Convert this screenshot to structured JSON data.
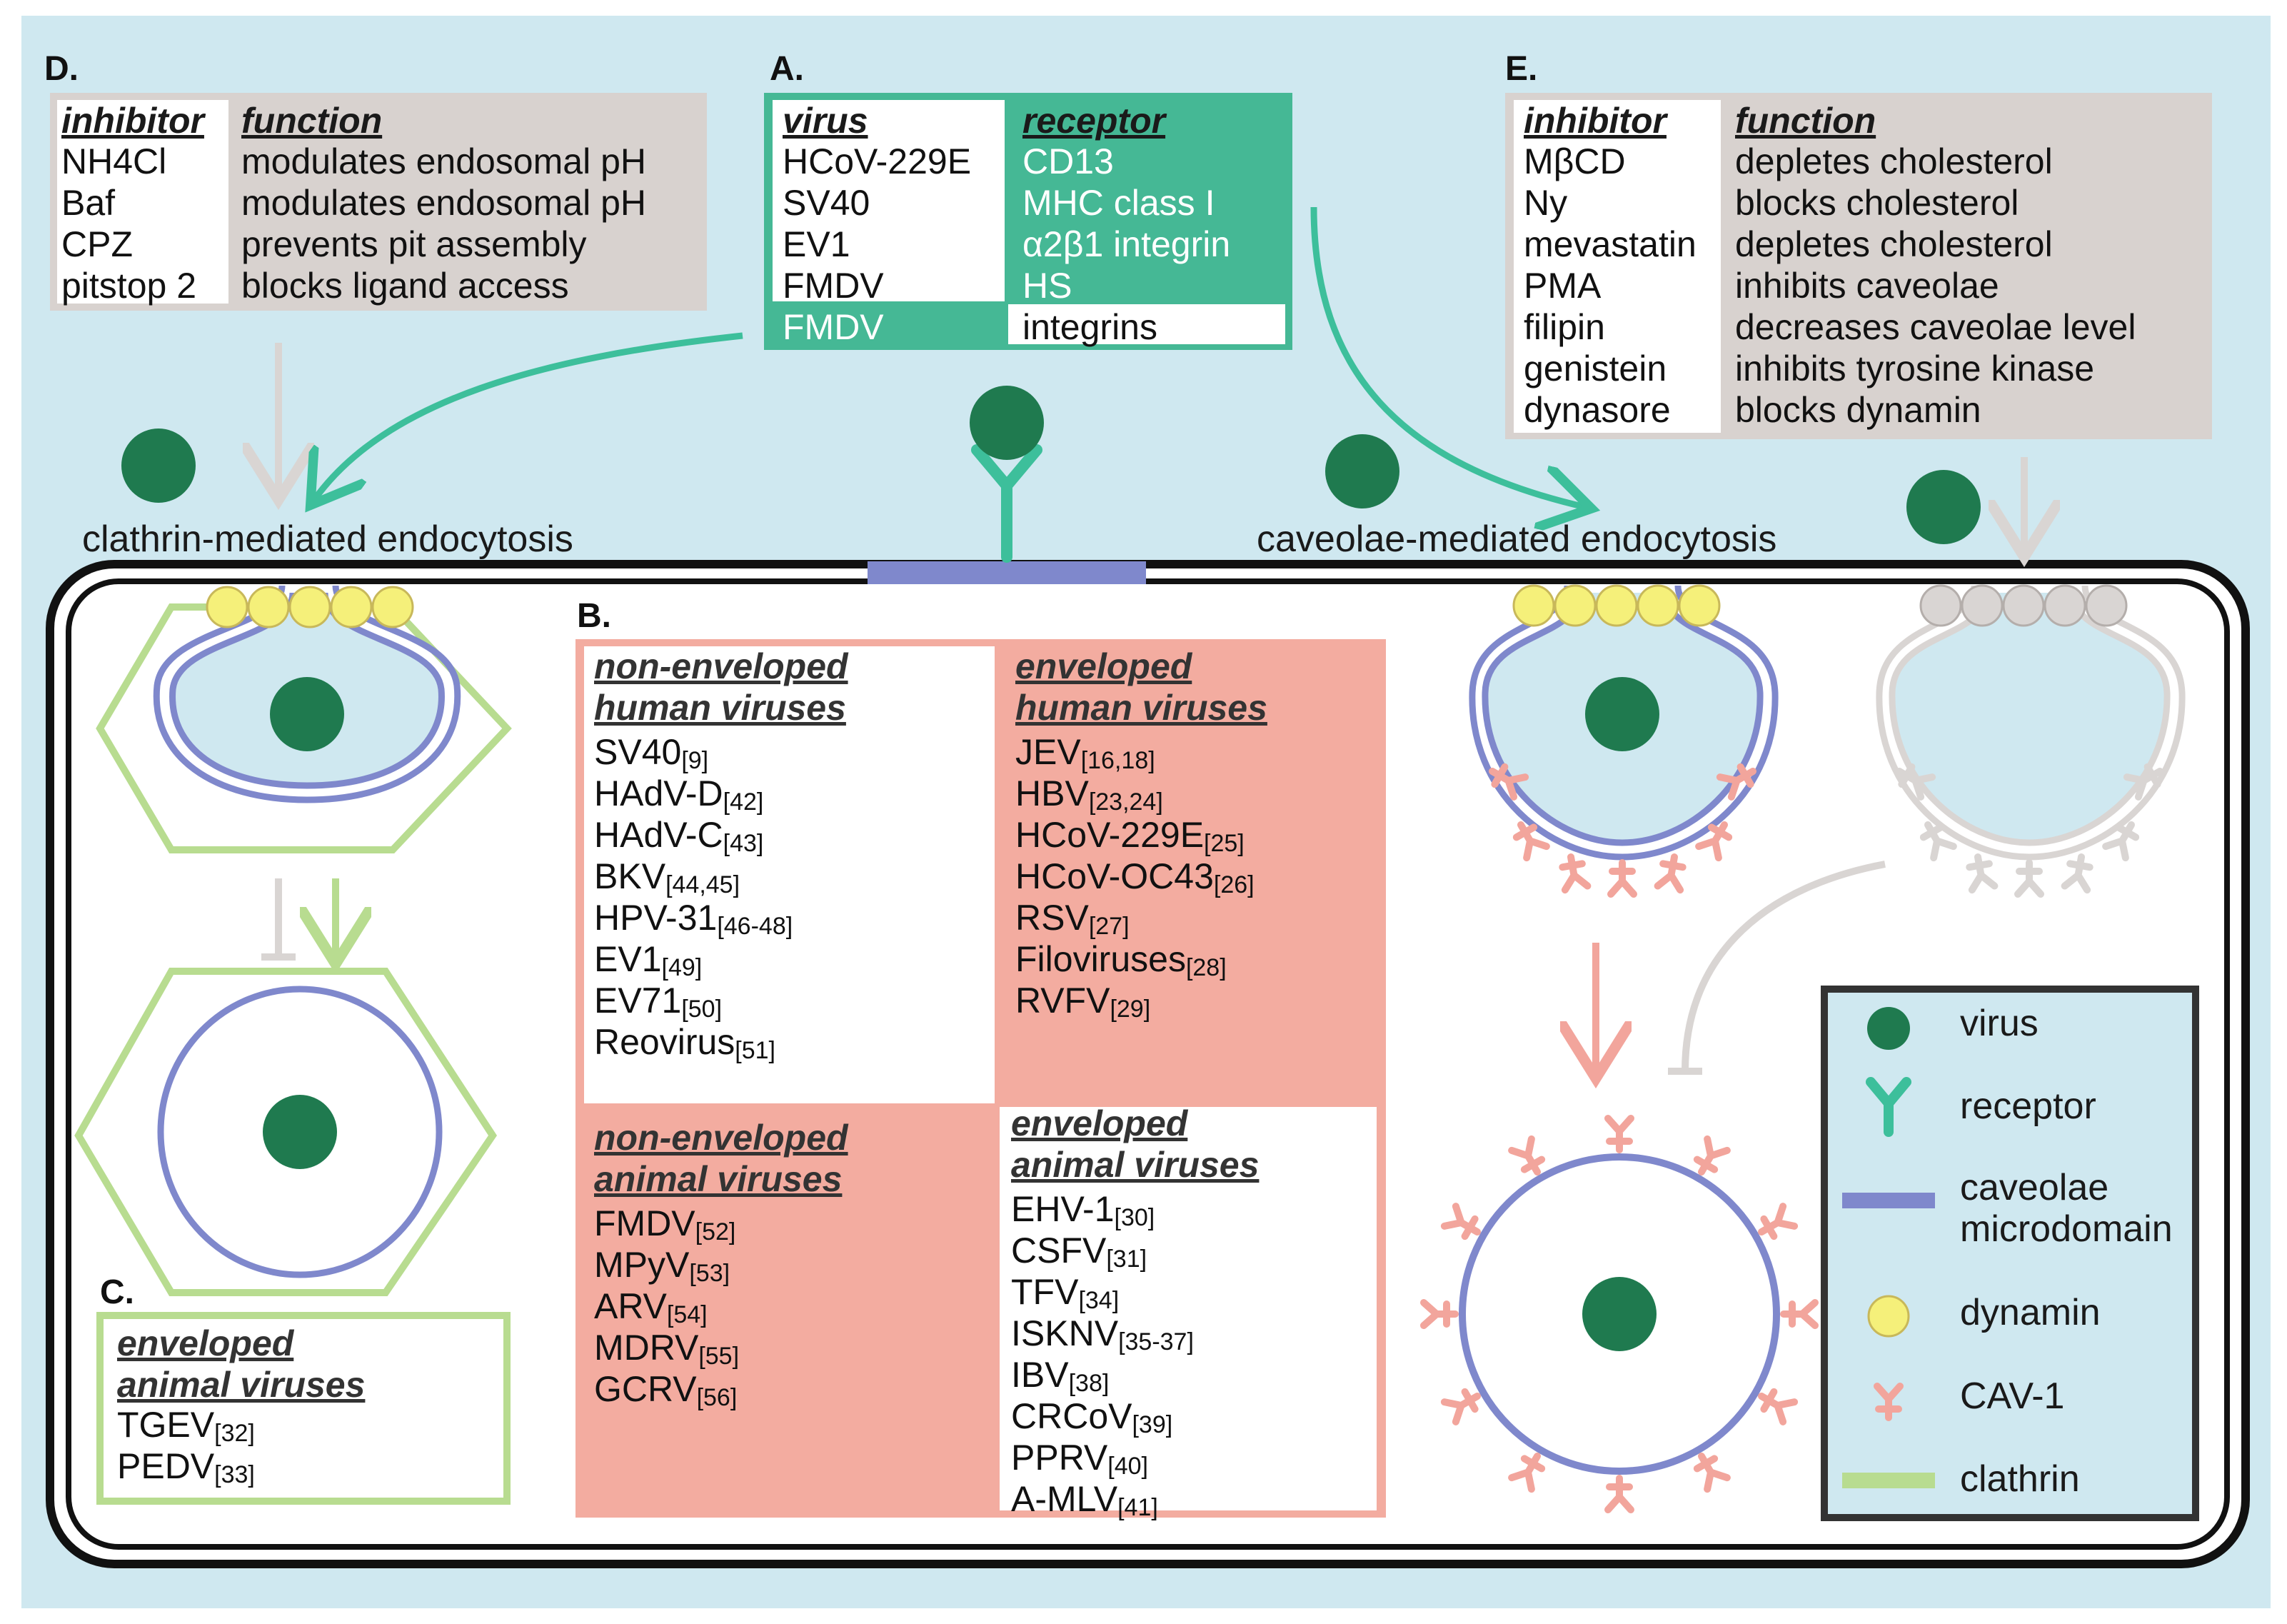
{
  "section_labels": {
    "a": "A.",
    "b": "B.",
    "c": "C.",
    "d": "D.",
    "e": "E."
  },
  "panel_a": {
    "headers": [
      "virus",
      "receptor"
    ],
    "rows": [
      [
        "HCoV-229E",
        "CD13"
      ],
      [
        "SV40",
        "MHC class I"
      ],
      [
        "EV1",
        "α2β1 integrin"
      ],
      [
        "FMDV",
        "HS"
      ],
      [
        "FMDV",
        "integrins"
      ]
    ]
  },
  "panel_d": {
    "headers": [
      "inhibitor",
      "function"
    ],
    "rows": [
      [
        "NH4Cl",
        "modulates endosomal pH"
      ],
      [
        "Baf",
        "modulates endosomal pH"
      ],
      [
        "CPZ",
        "prevents pit assembly"
      ],
      [
        "pitstop 2",
        "blocks ligand access"
      ]
    ]
  },
  "panel_e": {
    "headers": [
      "inhibitor",
      "function"
    ],
    "rows": [
      [
        "MβCD",
        "depletes  cholesterol"
      ],
      [
        "Ny",
        "blocks cholesterol"
      ],
      [
        "mevastatin",
        "depletes  cholesterol"
      ],
      [
        "PMA",
        "inhibits caveolae"
      ],
      [
        "filipin",
        "decreases caveolae level"
      ],
      [
        "genistein",
        "inhibits tyrosine kinase"
      ],
      [
        "dynasore",
        "blocks dynamin"
      ]
    ]
  },
  "pathway_labels": {
    "clathrin": "clathrin-mediated endocytosis",
    "caveolae": "caveolae-mediated endocytosis"
  },
  "panel_b": {
    "quadrants": [
      {
        "title": [
          "non-enveloped",
          "human viruses"
        ],
        "items": [
          [
            "SV40",
            "[9]"
          ],
          [
            "HAdV-D",
            "[42]"
          ],
          [
            "HAdV-C",
            "[43]"
          ],
          [
            "BKV",
            "[44,45]"
          ],
          [
            "HPV-31",
            "[46-48]"
          ],
          [
            "EV1",
            "[49]"
          ],
          [
            "EV71",
            "[50]"
          ],
          [
            "Reovirus",
            "[51]"
          ]
        ]
      },
      {
        "title": [
          "enveloped",
          "human viruses"
        ],
        "items": [
          [
            "JEV",
            "[16,18]"
          ],
          [
            "HBV",
            "[23,24]"
          ],
          [
            "HCoV-229E",
            "[25]"
          ],
          [
            "HCoV-OC43",
            "[26]"
          ],
          [
            "RSV",
            "[27]"
          ],
          [
            "Filoviruses",
            "[28]"
          ],
          [
            "RVFV",
            "[29]"
          ]
        ]
      },
      {
        "title": [
          "non-enveloped",
          "animal viruses"
        ],
        "items": [
          [
            "FMDV",
            "[52]"
          ],
          [
            "MPyV",
            "[53]"
          ],
          [
            "ARV",
            "[54]"
          ],
          [
            "MDRV",
            "[55]"
          ],
          [
            "GCRV",
            "[56]"
          ]
        ]
      },
      {
        "title": [
          "enveloped",
          "animal viruses"
        ],
        "items": [
          [
            "EHV-1",
            "[30]"
          ],
          [
            "CSFV",
            "[31]"
          ],
          [
            "TFV",
            "[34]"
          ],
          [
            "ISKNV",
            "[35-37]"
          ],
          [
            "IBV",
            "[38]"
          ],
          [
            "CRCoV",
            "[39]"
          ],
          [
            "PPRV",
            "[40]"
          ],
          [
            "A-MLV",
            "[41]"
          ]
        ]
      }
    ]
  },
  "panel_c": {
    "title": [
      "enveloped",
      "animal viruses"
    ],
    "items": [
      [
        "TGEV",
        "[32]"
      ],
      [
        "PEDV",
        "[33]"
      ]
    ]
  },
  "legend": {
    "items": [
      "virus",
      "receptor",
      "caveolae",
      "microdomain",
      "dynamin",
      "CAV-1",
      "clathrin"
    ]
  },
  "colors": {
    "background": "#cfe8f0",
    "virus": "#1f7a4f",
    "receptor": "#3dbf9b",
    "caveolae_microdomain": "#7f88cc",
    "dynamin": "#f5f07a",
    "cav1": "#f2a59c",
    "clathrin": "#b8dc90",
    "panel_a_fill": "#45b895",
    "panel_b_fill": "#f3aca0",
    "inhibitor_fill": "#d8d2cf",
    "inhibited_grey": "#d9d5d3"
  }
}
